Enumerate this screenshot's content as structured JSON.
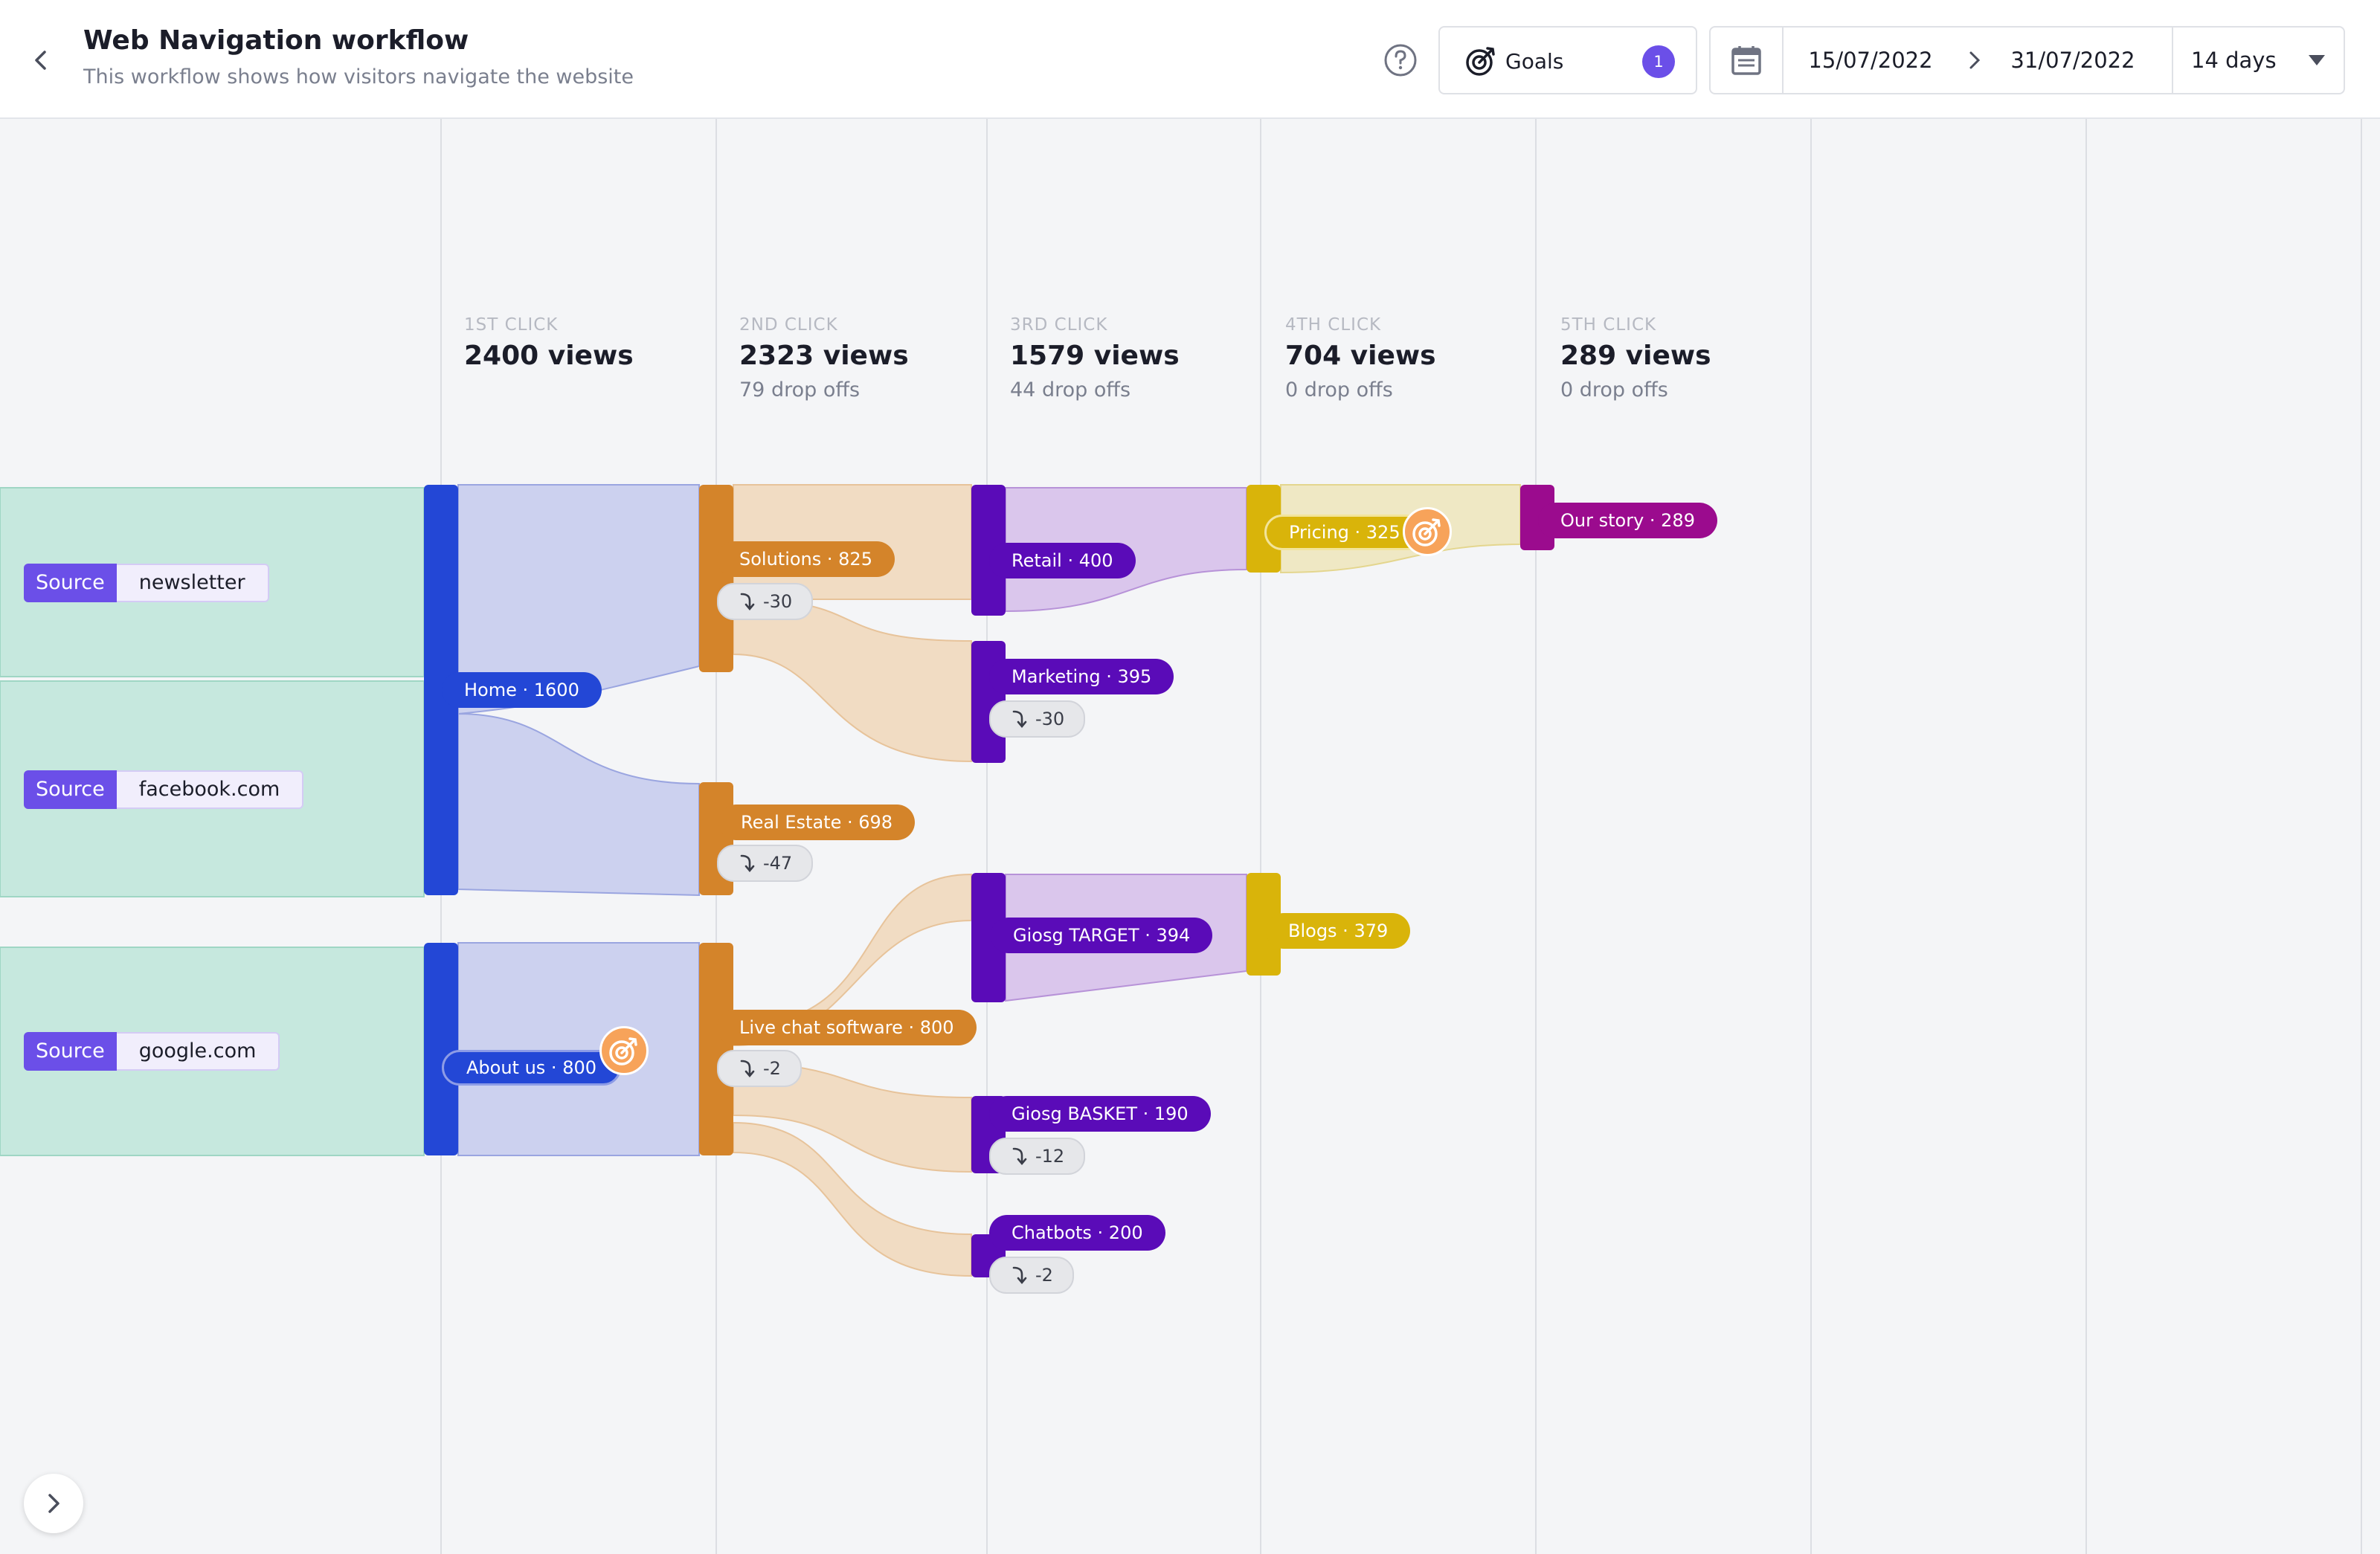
{
  "header": {
    "title": "Web Navigation workflow",
    "subtitle": "This workflow shows how visitors navigate the website",
    "goals_label": "Goals",
    "goals_count": "1",
    "date_start": "15/07/2022",
    "date_end": "31/07/2022",
    "range_label": "14 days"
  },
  "stages": [
    {
      "click": "1ST CLICK",
      "views": "2400 views",
      "drops": ""
    },
    {
      "click": "2ND CLICK",
      "views": "2323 views",
      "drops": "79 drop offs"
    },
    {
      "click": "3RD CLICK",
      "views": "1579 views",
      "drops": "44 drop offs"
    },
    {
      "click": "4TH CLICK",
      "views": "704 views",
      "drops": "0 drop offs"
    },
    {
      "click": "5TH CLICK",
      "views": "289 views",
      "drops": "0 drop offs"
    }
  ],
  "sources": [
    {
      "key": "Source",
      "value": "newsletter"
    },
    {
      "key": "Source",
      "value": "facebook.com"
    },
    {
      "key": "Source",
      "value": "google.com"
    }
  ],
  "nodes": {
    "home": "Home · 1600",
    "about": "About us · 800",
    "solutions": "Solutions · 825",
    "real_estate": "Real Estate · 698",
    "live_chat": "Live chat software · 800",
    "retail": "Retail · 400",
    "marketing": "Marketing · 395",
    "giosg_target": "Giosg TARGET · 394",
    "giosg_basket": "Giosg BASKET · 190",
    "chatbots": "Chatbots · 200",
    "pricing": "Pricing · 325",
    "blogs": "Blogs · 379",
    "our_story": "Our story · 289"
  },
  "dropoffs": {
    "solutions": "-30",
    "real_estate": "-47",
    "live_chat": "-2",
    "marketing": "-30",
    "giosg_basket": "-12",
    "chatbots": "-2"
  },
  "colors": {
    "stage1": "#2347d6",
    "stage2": "#d4842a",
    "stage3": "#5a0bb8",
    "stage4": "#d9b40a",
    "stage5": "#9b0b8e",
    "source_flow": "#c6e8de",
    "accent": "#6b4fe8"
  }
}
